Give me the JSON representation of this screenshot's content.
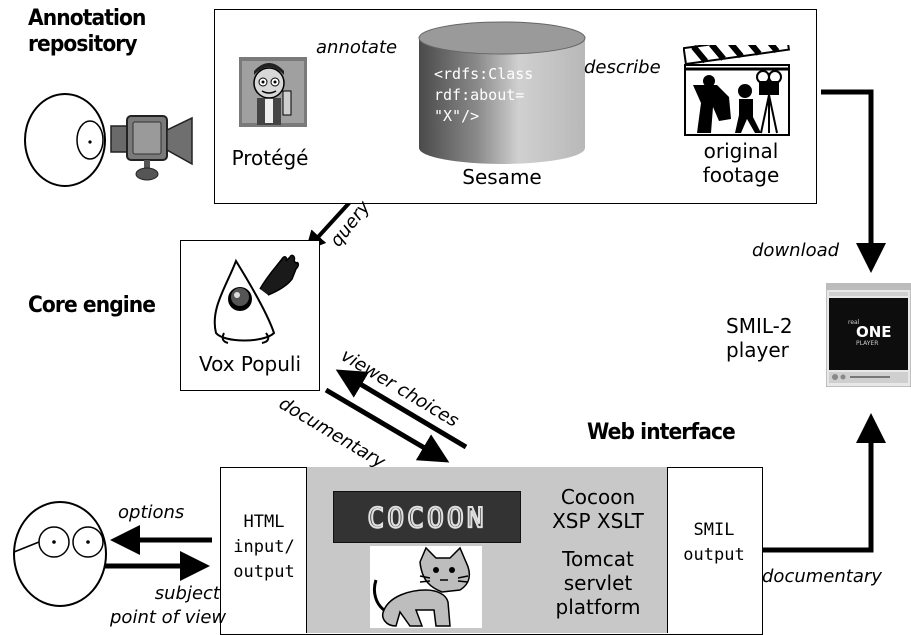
{
  "sections": {
    "annotation_repository": "Annotation\nrepository",
    "core_engine": "Core engine",
    "web_interface": "Web interface"
  },
  "nodes": {
    "protege": "Protégé",
    "sesame": "Sesame",
    "sesame_code": "<rdfs:Class\nrdf:about=\n\"X\"/>",
    "original_footage": "original\nfootage",
    "vox_populi": "Vox Populi",
    "smil_player": "SMIL-2\nplayer",
    "html_io": "HTML\ninput/\noutput",
    "cocoon_label": "Cocoon\nXSP XSLT",
    "tomcat_label": "Tomcat\nservlet\nplatform",
    "smil_output": "SMIL\noutput",
    "cocoon_logo_text": "COCOON"
  },
  "edges": {
    "annotate": "annotate",
    "describe": "describe",
    "query": "query",
    "download": "download",
    "viewer_choices": "viewer choices",
    "documentary_left": "documentary",
    "documentary_right": "documentary",
    "options": "options",
    "subject_pov": "subject\npoint of view"
  },
  "player_screen": {
    "brand_top": "real",
    "brand_mid": "ONE",
    "brand_bottom": "PLAYER"
  },
  "colors": {
    "cylinder_dark": "#555555",
    "cylinder_light": "#d8d8d8",
    "web_gray": "#c8c8c8",
    "cocoon_dark": "#333333"
  }
}
